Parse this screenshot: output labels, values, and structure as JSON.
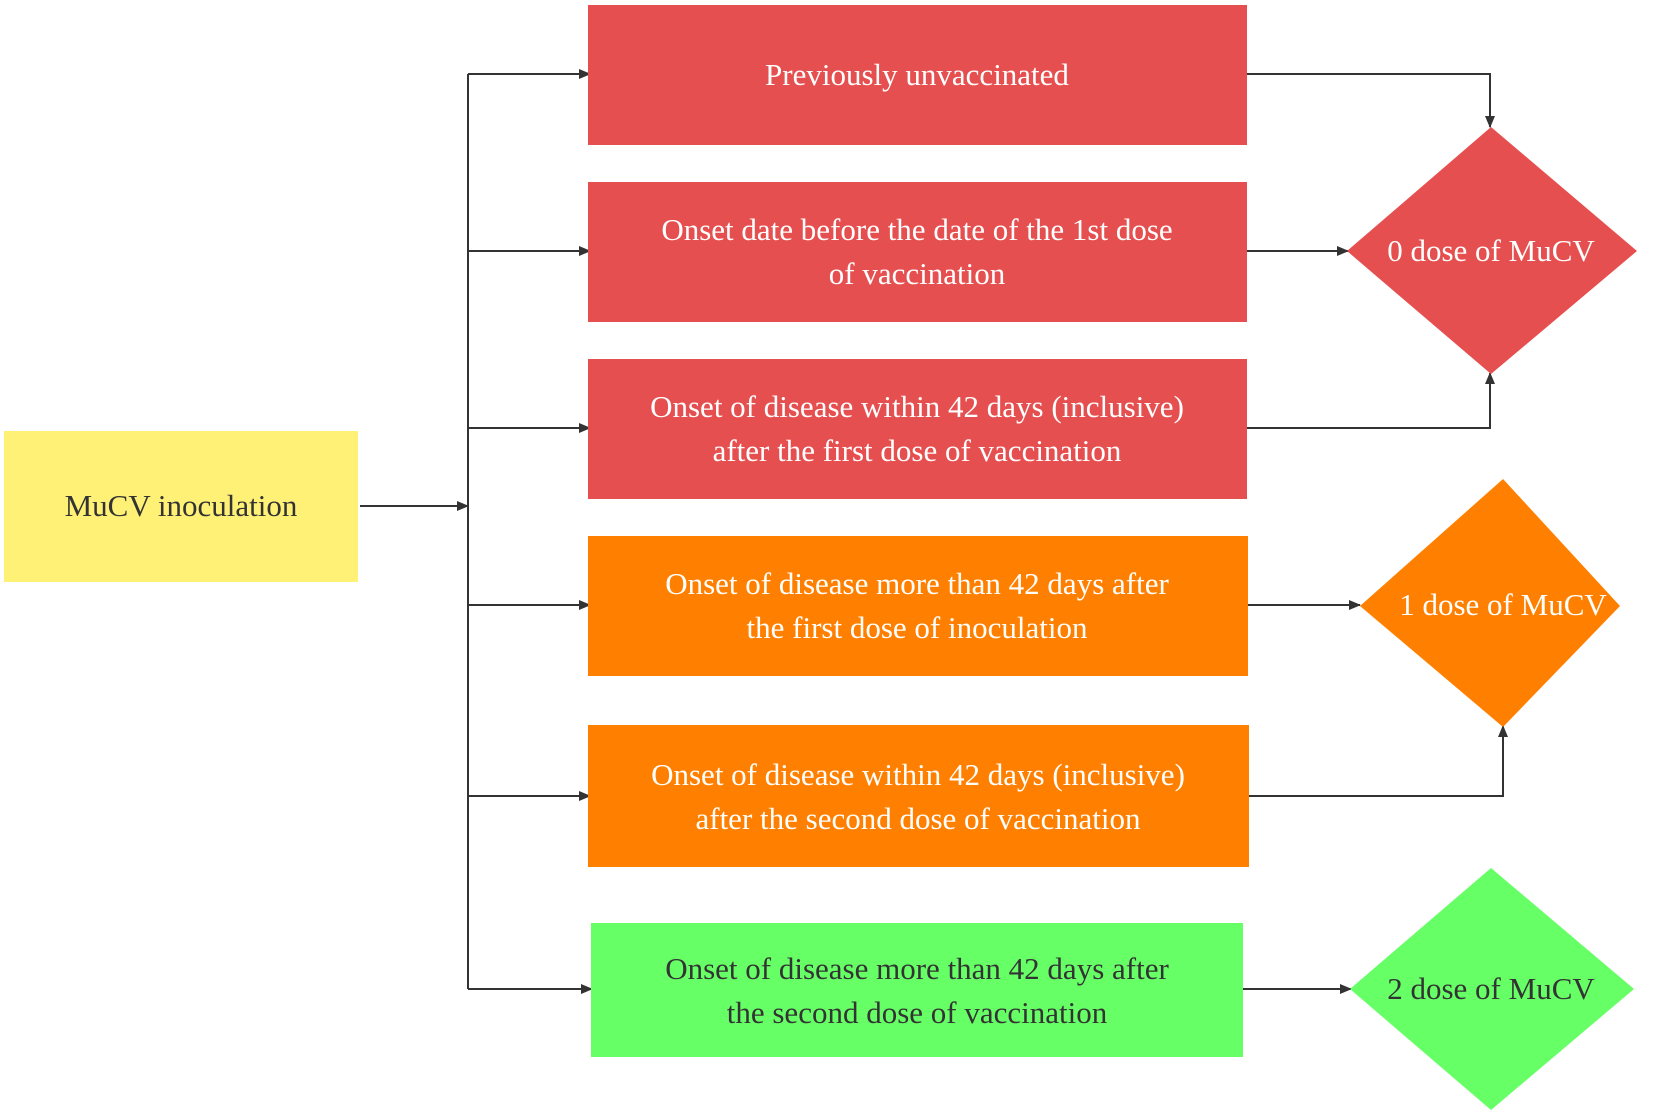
{
  "colors": {
    "start": "#FFF176",
    "zero_dose": "#E64F4F",
    "one_dose": "#FF8000",
    "two_dose": "#66FF66",
    "edge": "#333333"
  },
  "start_node": {
    "label": "MuCV inoculation"
  },
  "conditions": [
    {
      "lines": [
        "Previously unvaccinated"
      ]
    },
    {
      "lines": [
        "Onset date before the date of the 1st dose",
        "of vaccination"
      ]
    },
    {
      "lines": [
        "Onset of disease within 42 days (inclusive)",
        "after the first dose of vaccination"
      ]
    },
    {
      "lines": [
        "Onset of disease more than 42 days after",
        "the first dose of inoculation"
      ]
    },
    {
      "lines": [
        "Onset of disease within 42 days (inclusive)",
        "after the second dose of vaccination"
      ]
    },
    {
      "lines": [
        "Onset of disease more than 42 days after",
        "the second dose of vaccination"
      ]
    }
  ],
  "outcomes": [
    {
      "label": "0 dose of MuCV"
    },
    {
      "label": "1 dose of MuCV"
    },
    {
      "label": "2 dose of MuCV"
    }
  ]
}
